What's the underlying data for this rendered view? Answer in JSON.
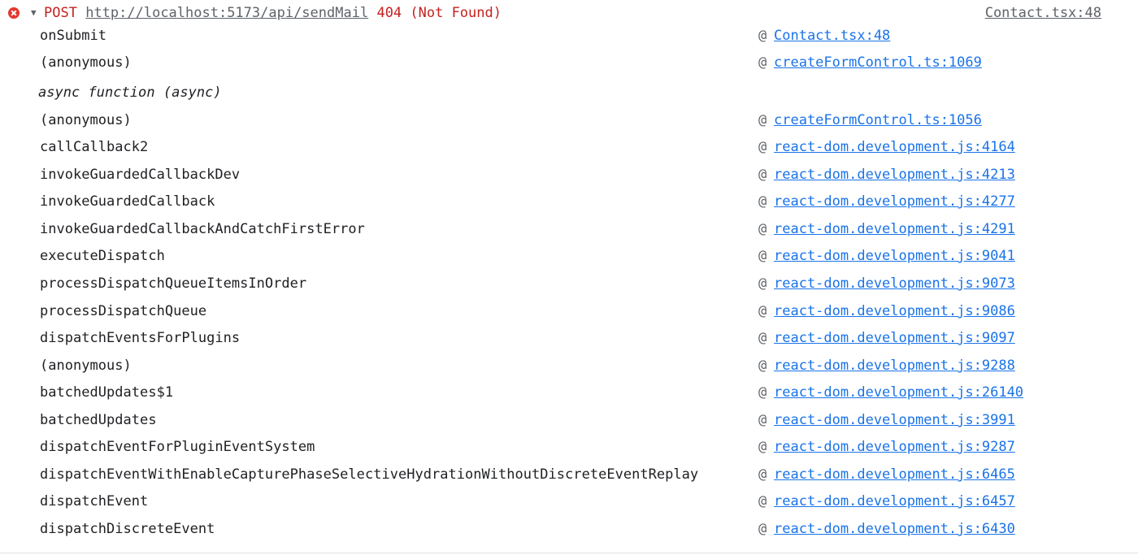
{
  "entry": {
    "method": "POST",
    "url": "http://localhost:5173/api/sendMail",
    "status": "404 (Not Found)",
    "source": "Contact.tsx:48",
    "icon": "error-icon",
    "disclosure_glyph": "▼"
  },
  "frames": [
    {
      "fn": "onSubmit",
      "loc": "Contact.tsx:48"
    },
    {
      "fn": "(anonymous)",
      "loc": "createFormControl.ts:1069"
    },
    {
      "fn": "async function (async)",
      "loc": "",
      "async": true
    },
    {
      "fn": "(anonymous)",
      "loc": "createFormControl.ts:1056"
    },
    {
      "fn": "callCallback2",
      "loc": "react-dom.development.js:4164"
    },
    {
      "fn": "invokeGuardedCallbackDev",
      "loc": "react-dom.development.js:4213"
    },
    {
      "fn": "invokeGuardedCallback",
      "loc": "react-dom.development.js:4277"
    },
    {
      "fn": "invokeGuardedCallbackAndCatchFirstError",
      "loc": "react-dom.development.js:4291"
    },
    {
      "fn": "executeDispatch",
      "loc": "react-dom.development.js:9041"
    },
    {
      "fn": "processDispatchQueueItemsInOrder",
      "loc": "react-dom.development.js:9073"
    },
    {
      "fn": "processDispatchQueue",
      "loc": "react-dom.development.js:9086"
    },
    {
      "fn": "dispatchEventsForPlugins",
      "loc": "react-dom.development.js:9097"
    },
    {
      "fn": "(anonymous)",
      "loc": "react-dom.development.js:9288"
    },
    {
      "fn": "batchedUpdates$1",
      "loc": "react-dom.development.js:26140"
    },
    {
      "fn": "batchedUpdates",
      "loc": "react-dom.development.js:3991"
    },
    {
      "fn": "dispatchEventForPluginEventSystem",
      "loc": "react-dom.development.js:9287"
    },
    {
      "fn": "dispatchEventWithEnableCapturePhaseSelectiveHydrationWithoutDiscreteEventReplay",
      "loc": "react-dom.development.js:6465"
    },
    {
      "fn": "dispatchEvent",
      "loc": "react-dom.development.js:6457"
    },
    {
      "fn": "dispatchDiscreteEvent",
      "loc": "react-dom.development.js:6430"
    }
  ],
  "at_symbol": "@",
  "colors": {
    "error_red": "#c5221f",
    "link_blue": "#1a73e8",
    "error_icon": "#e5372e"
  }
}
